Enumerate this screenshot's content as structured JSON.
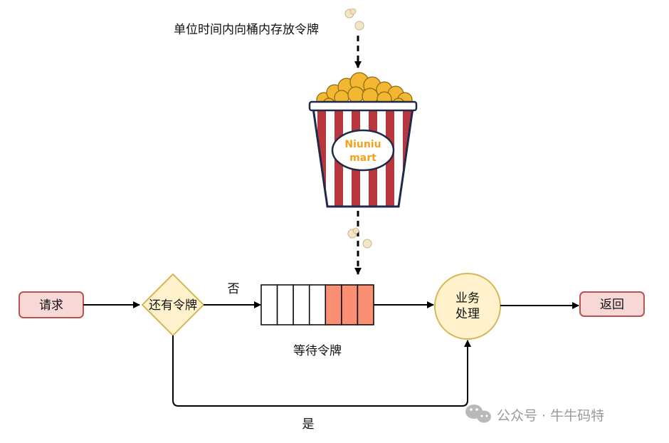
{
  "labels": {
    "top_caption": "单位时间内向桶内存放令牌",
    "request": "请求",
    "decision": "还有令牌",
    "no_branch": "否",
    "queue_label": "等待令牌",
    "process_line1": "业务",
    "process_line2": "处理",
    "return": "返回",
    "yes_branch": "是",
    "bucket_logo_line1": "Niuniu",
    "bucket_logo_line2": "mart",
    "watermark": "公众号 · 牛牛码特"
  },
  "queue": {
    "total_slots": 7,
    "filled_slots": 3
  },
  "colors": {
    "pink_fill": "#f8d7d7",
    "pink_stroke": "#b85450",
    "diamond_fill": "#fff2cc",
    "diamond_stroke": "#d6b656",
    "circle_fill": "#fff2cc",
    "circle_stroke": "#d6b656",
    "queue_filled": "#fa8f73",
    "bucket_stripe_red": "#b8363e",
    "popcorn": "#f4b731",
    "logo_text": "#f4a21e"
  },
  "icons": [
    "popcorn-token-icon",
    "popcorn-bucket-icon",
    "wechat-icon"
  ]
}
